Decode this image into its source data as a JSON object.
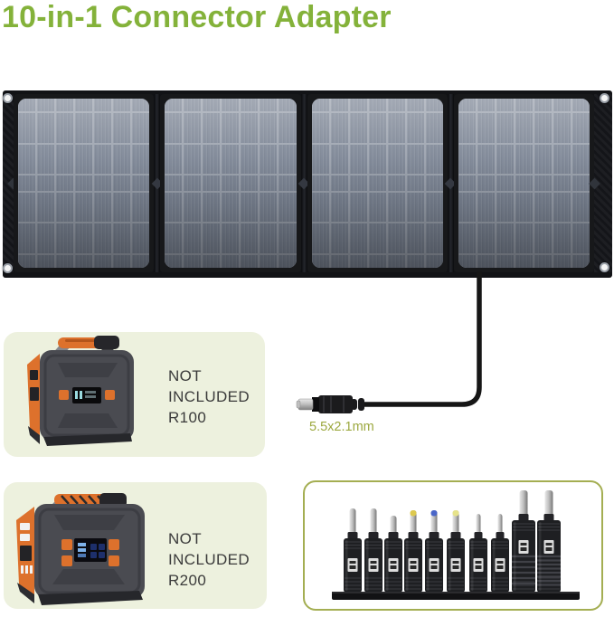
{
  "header": {
    "title": "10-in-1 Connector Adapter",
    "title_color": "#84b23a"
  },
  "solar_panel": {
    "description": "foldable-4-panel-solar-panel",
    "panel_count": 4,
    "cell_cols_per_panel": 7,
    "cell_rows_per_panel": 7,
    "frame_color": "#17181a",
    "cell_color": "#7c8595",
    "gridline_color": "#9aa1ad"
  },
  "cable": {
    "size_label": "5.5x2.1mm",
    "label_color": "#9ca83f",
    "connector_type": "dc-barrel-plug"
  },
  "included_notes": {
    "r100": {
      "line1": "NOT",
      "line2": "INCLUDED",
      "line3": "R100"
    },
    "r200": {
      "line1": "NOT",
      "line2": "INCLUDED",
      "line3": "R200"
    }
  },
  "adapter_kit": {
    "count": 10,
    "border_color": "#a4ae52",
    "rail_color": "#121214",
    "centers": [
      53,
      76,
      98,
      120,
      143,
      167,
      192,
      216,
      242,
      270
    ],
    "items": [
      {
        "size": "small",
        "pin_h": 26,
        "pin_w": 7,
        "tip": null,
        "ridged": false
      },
      {
        "size": "small",
        "pin_h": 26,
        "pin_w": 7,
        "tip": null,
        "ridged": false
      },
      {
        "size": "small",
        "pin_h": 18,
        "pin_w": 7,
        "tip": null,
        "ridged": false
      },
      {
        "size": "small",
        "pin_h": 24,
        "pin_w": 7,
        "tip": "#ddc94f",
        "ridged": false
      },
      {
        "size": "small",
        "pin_h": 24,
        "pin_w": 7,
        "tip": "#4a66c8",
        "ridged": false
      },
      {
        "size": "small",
        "pin_h": 24,
        "pin_w": 7,
        "tip": "#e6e38a",
        "ridged": false
      },
      {
        "size": "small",
        "pin_h": 20,
        "pin_w": 5,
        "tip": null,
        "ridged": false
      },
      {
        "size": "small",
        "pin_h": 20,
        "pin_w": 5,
        "tip": null,
        "ridged": false
      },
      {
        "size": "large",
        "pin_h": 26,
        "pin_w": 9,
        "tip": null,
        "ridged": true
      },
      {
        "size": "large",
        "pin_h": 26,
        "pin_w": 9,
        "tip": null,
        "ridged": true
      }
    ]
  },
  "colors": {
    "callout_box_bg": "#edf1de",
    "station_orange": "#dd712c",
    "station_gray": "#4a4b51",
    "note_text": "#3b3b3b"
  }
}
